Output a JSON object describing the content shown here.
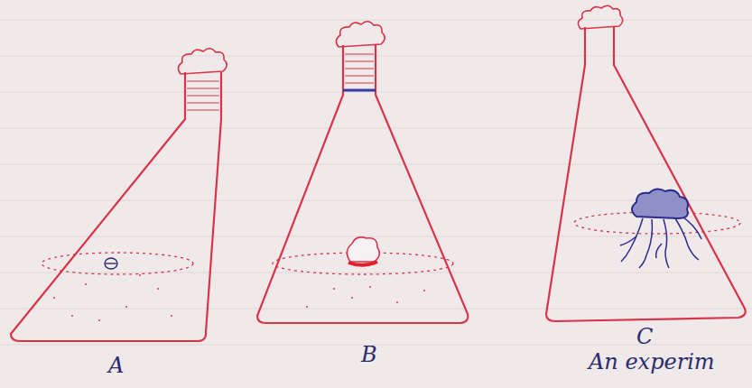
{
  "diagram": {
    "labels": [
      "A",
      "B",
      "C",
      "An experim"
    ]
  }
}
